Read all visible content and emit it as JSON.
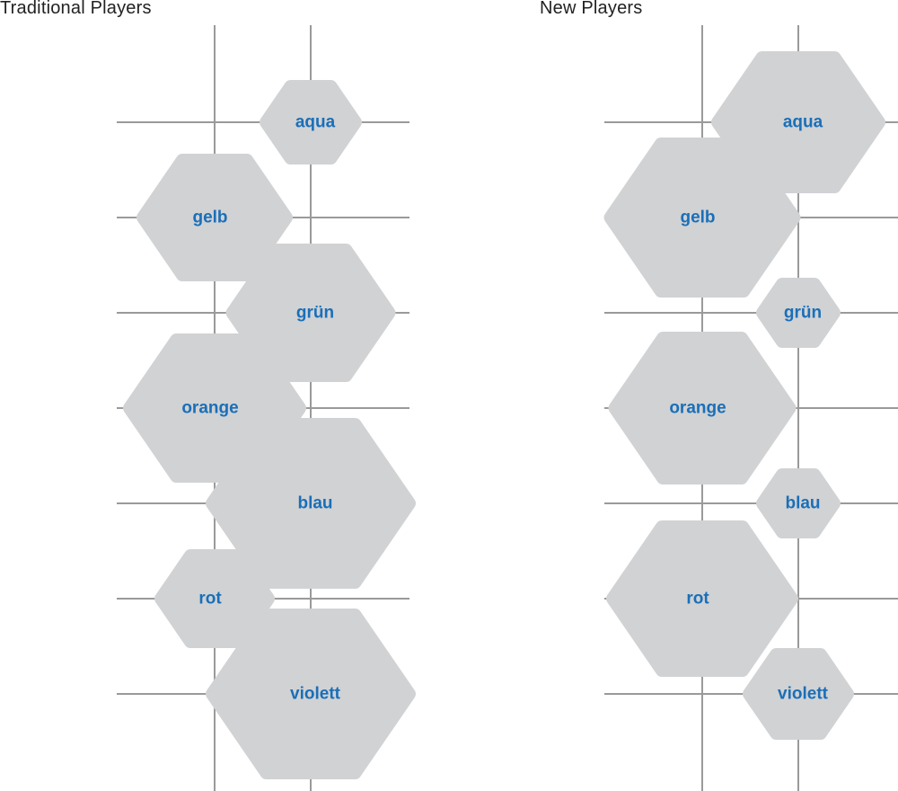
{
  "colors": {
    "grid": "#9a9a9a",
    "hex_fill": "#d1d2d4",
    "label": "#1a6fb8"
  },
  "panels": [
    {
      "title": "Traditional Players",
      "items": [
        {
          "label": "aqua",
          "column": 2,
          "row": 1,
          "size": 1.0
        },
        {
          "label": "gelb",
          "column": 1,
          "row": 2,
          "size": 1.6
        },
        {
          "label": "grün",
          "column": 2,
          "row": 3,
          "size": 1.75
        },
        {
          "label": "orange",
          "column": 1,
          "row": 4,
          "size": 1.9
        },
        {
          "label": "blau",
          "column": 2,
          "row": 5,
          "size": 2.2
        },
        {
          "label": "rot",
          "column": 1,
          "row": 6,
          "size": 1.2
        },
        {
          "label": "violett",
          "column": 2,
          "row": 7,
          "size": 2.2
        }
      ]
    },
    {
      "title": "New Players",
      "items": [
        {
          "label": "aqua",
          "column": 2,
          "row": 1,
          "size": 1.8
        },
        {
          "label": "gelb",
          "column": 1,
          "row": 2,
          "size": 2.05
        },
        {
          "label": "grün",
          "column": 2,
          "row": 3,
          "size": 0.8
        },
        {
          "label": "orange",
          "column": 1,
          "row": 4,
          "size": 1.95
        },
        {
          "label": "blau",
          "column": 2,
          "row": 5,
          "size": 0.8
        },
        {
          "label": "rot",
          "column": 1,
          "row": 6,
          "size": 2.0
        },
        {
          "label": "violett",
          "column": 2,
          "row": 7,
          "size": 1.1
        }
      ]
    }
  ]
}
